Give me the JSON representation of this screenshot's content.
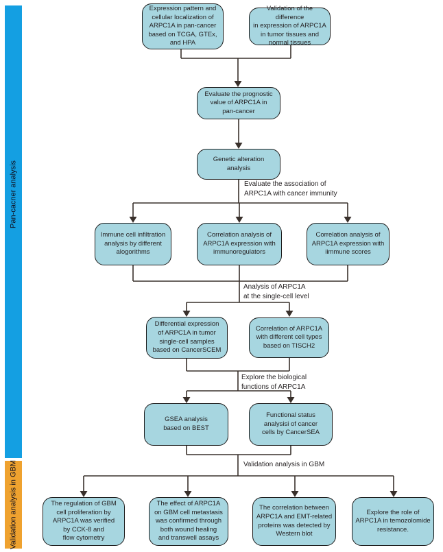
{
  "sidebar": {
    "pan_cancer": {
      "label": "Pan-cacner analysis",
      "color": "#149FE2"
    },
    "gbm": {
      "label": "Validation analysis in GBM",
      "color": "#EFA22F"
    }
  },
  "colors": {
    "node_fill": "#A7D6E0",
    "node_border": "#1C1C1C",
    "connector": "#39302B",
    "text": "#231F20"
  },
  "nodes": {
    "expression_pattern": "Expression pattern and\ncellular localization of\nARPC1A in pan-cancer\nbased on TCGA, GTEx,\nand HPA",
    "validation_difference": "Validation of the difference\nin expression of ARPC1A\nin tumor tissues and\nnormal tissues",
    "prognostic_value": "Evaluate the prognostic\nvalue of ARPC1A in\npan-cancer",
    "genetic_alteration": "Genetic alteration\nanalysis",
    "immune_infiltration": "Immune cell infiltration\nanalysis by different\nalogorithms",
    "immunoregulators": "Correlation analysis of\nARPC1A expression with\nimmunoregulators",
    "immune_scores": "Correlation analysis of\nARPC1A expression with\niimmune scores",
    "single_cell_expression": "Differential expression\nof ARPC1A in tumor\nsingle-cell samples\nbased on CancerSCEM",
    "cell_types_tisch2": "Correlation of ARPC1A\nwith different cell types\nbased on TISCH2",
    "gsea_best": "GSEA analysis\nbased on BEST",
    "cancersea": "Functional status\nanalysisi of cancer\ncells by CancerSEA",
    "gbm_proliferation": "The regulation of GBM\ncell proliferation by\nARPC1A was verified\nby CCK-8 and\nflow cytometry",
    "gbm_metastasis": "The effect of ARPC1A\non GBM cell metastasis\nwas confirmed through\nboth wound healing\nand transwell assays",
    "emt_western": "The correlation between\nARPC1A and EMT-related\nproteins was detected by\nWestern blot",
    "temozolomide": "Explore the role of\nARPC1A in temozolomide\nresistance."
  },
  "edge_labels": {
    "cancer_immunity": "Evaluate the association of\nARPC1A with cancer immunity",
    "single_cell": "Analysis of ARPC1A\nat the single-cell level",
    "biological_functions": "Explore the biological\nfunctions of ARPC1A",
    "gbm_validation": "Validation analysis in GBM"
  }
}
